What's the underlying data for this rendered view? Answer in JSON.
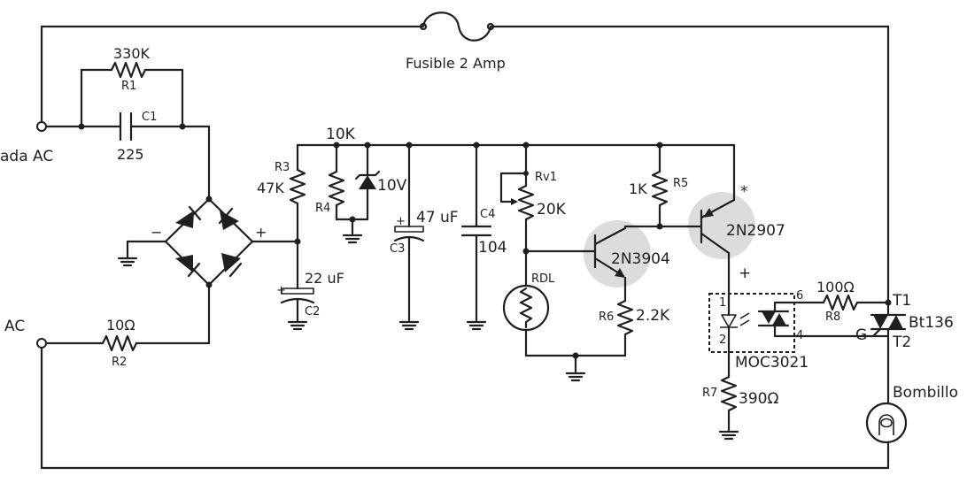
{
  "labels": {
    "fuse": "Fusible 2 Amp",
    "input_top": "ada AC",
    "input_bottom": "AC",
    "r1_value": "330K",
    "r1_name": "R1",
    "c1_name": "C1",
    "c1_value": "225",
    "r2_value": "10Ω",
    "r2_name": "R2",
    "bridge_minus": "−",
    "bridge_plus": "+",
    "r3_name": "R3",
    "r3_value": "47K",
    "r4_name": "R4",
    "r4_value": "10K",
    "zener_value": "10V",
    "c2_value": "22 uF",
    "c2_name": "C2",
    "c3_value": "47 uF",
    "c3_name": "C3",
    "c4_name": "C4",
    "c4_value": "104",
    "rv1_name": "Rv1",
    "rv1_value": "20K",
    "rdl_name": "RDL",
    "q1_name": "2N3904",
    "r6_name": "R6",
    "r6_value": "2.2K",
    "r5_value": "1K",
    "r5_name": "R5",
    "q2_name": "2N2907",
    "asterisk": "*",
    "plus_mark": "+",
    "opto_pin1": "1",
    "opto_pin2": "2",
    "opto_pin6": "6",
    "opto_pin4": "4",
    "opto_name": "MOC3021",
    "r7_name": "R7",
    "r7_value": "390Ω",
    "r8_value": "100Ω",
    "r8_name": "R8",
    "triac_t1": "T1",
    "triac_t2": "T2",
    "triac_g": "G",
    "triac_name": "Bt136",
    "lamp_name": "Bombillo"
  }
}
